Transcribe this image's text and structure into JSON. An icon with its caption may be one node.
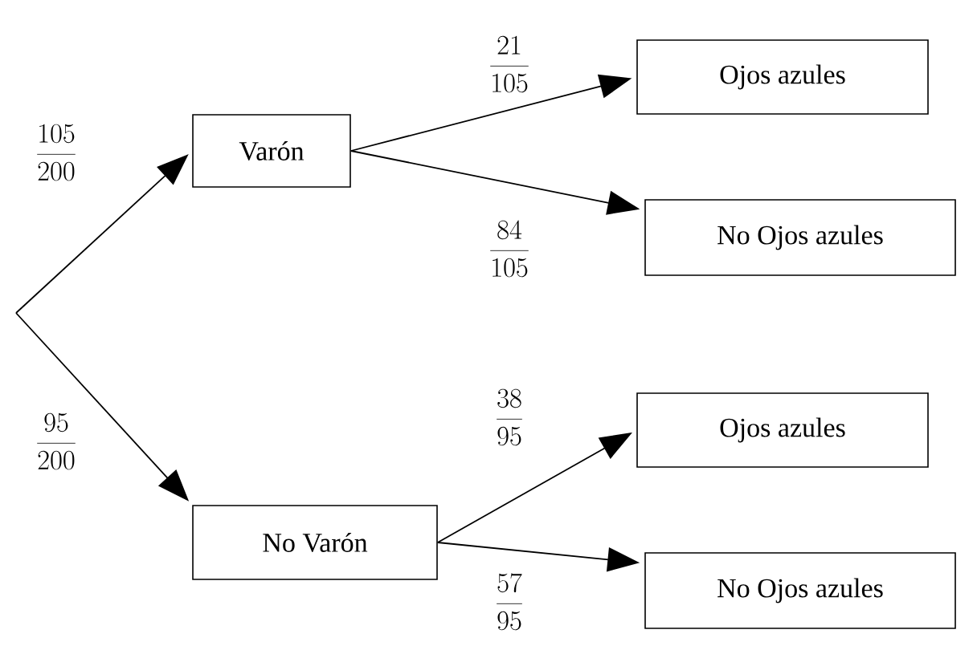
{
  "diagram": {
    "nodes": [
      {
        "text": [
          "Varón"
        ]
      },
      {
        "text": [
          "Ojos azules"
        ]
      },
      {
        "text": [
          "No Ojos azules"
        ]
      },
      {
        "text": [
          "No Varón"
        ]
      },
      {
        "text": [
          "Ojos azules"
        ]
      },
      {
        "text": [
          "No Ojos azules"
        ]
      }
    ],
    "edges": [
      {
        "from": null,
        "to": 0,
        "arrow": "to",
        "label": "\\frac{105}{200}"
      },
      {
        "from": null,
        "to": 3,
        "arrow": "to",
        "label": "\\frac{95}{200}"
      },
      {
        "from": 0,
        "to": 1,
        "arrow": "to",
        "label": "\\frac{21}{105}"
      },
      {
        "from": 0,
        "to": 2,
        "arrow": "to",
        "label": "\\frac{84}{105}"
      },
      {
        "from": 3,
        "to": 4,
        "arrow": "to",
        "label": "\\frac{38}{95}"
      },
      {
        "from": 3,
        "to": 5,
        "arrow": "to",
        "label": "\\frac{57}{95}"
      }
    ]
  }
}
